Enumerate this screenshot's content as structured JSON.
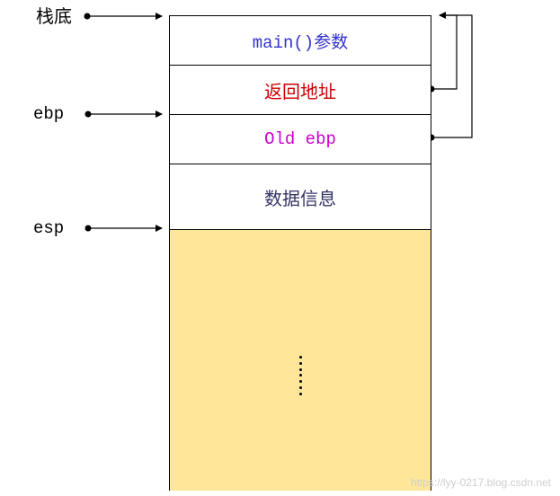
{
  "labels": {
    "stack_bottom": "栈底",
    "ebp": "ebp",
    "esp": "esp"
  },
  "frames": [
    {
      "text": "main()参数",
      "color": "#3333cc",
      "fill": "#ffffff"
    },
    {
      "text": "返回地址",
      "color": "#cc0000",
      "fill": "#ffffff"
    },
    {
      "text": "Old ebp",
      "color": "#cc00cc",
      "fill": "#ffffff"
    },
    {
      "text": "数据信息",
      "color": "#333366",
      "fill": "#ffffff"
    },
    {
      "text": "",
      "color": "#000000",
      "fill": "#ffe699"
    }
  ],
  "ellipsis_dots": 7,
  "watermark": "https://lyy-0217.blog.csdn.net"
}
